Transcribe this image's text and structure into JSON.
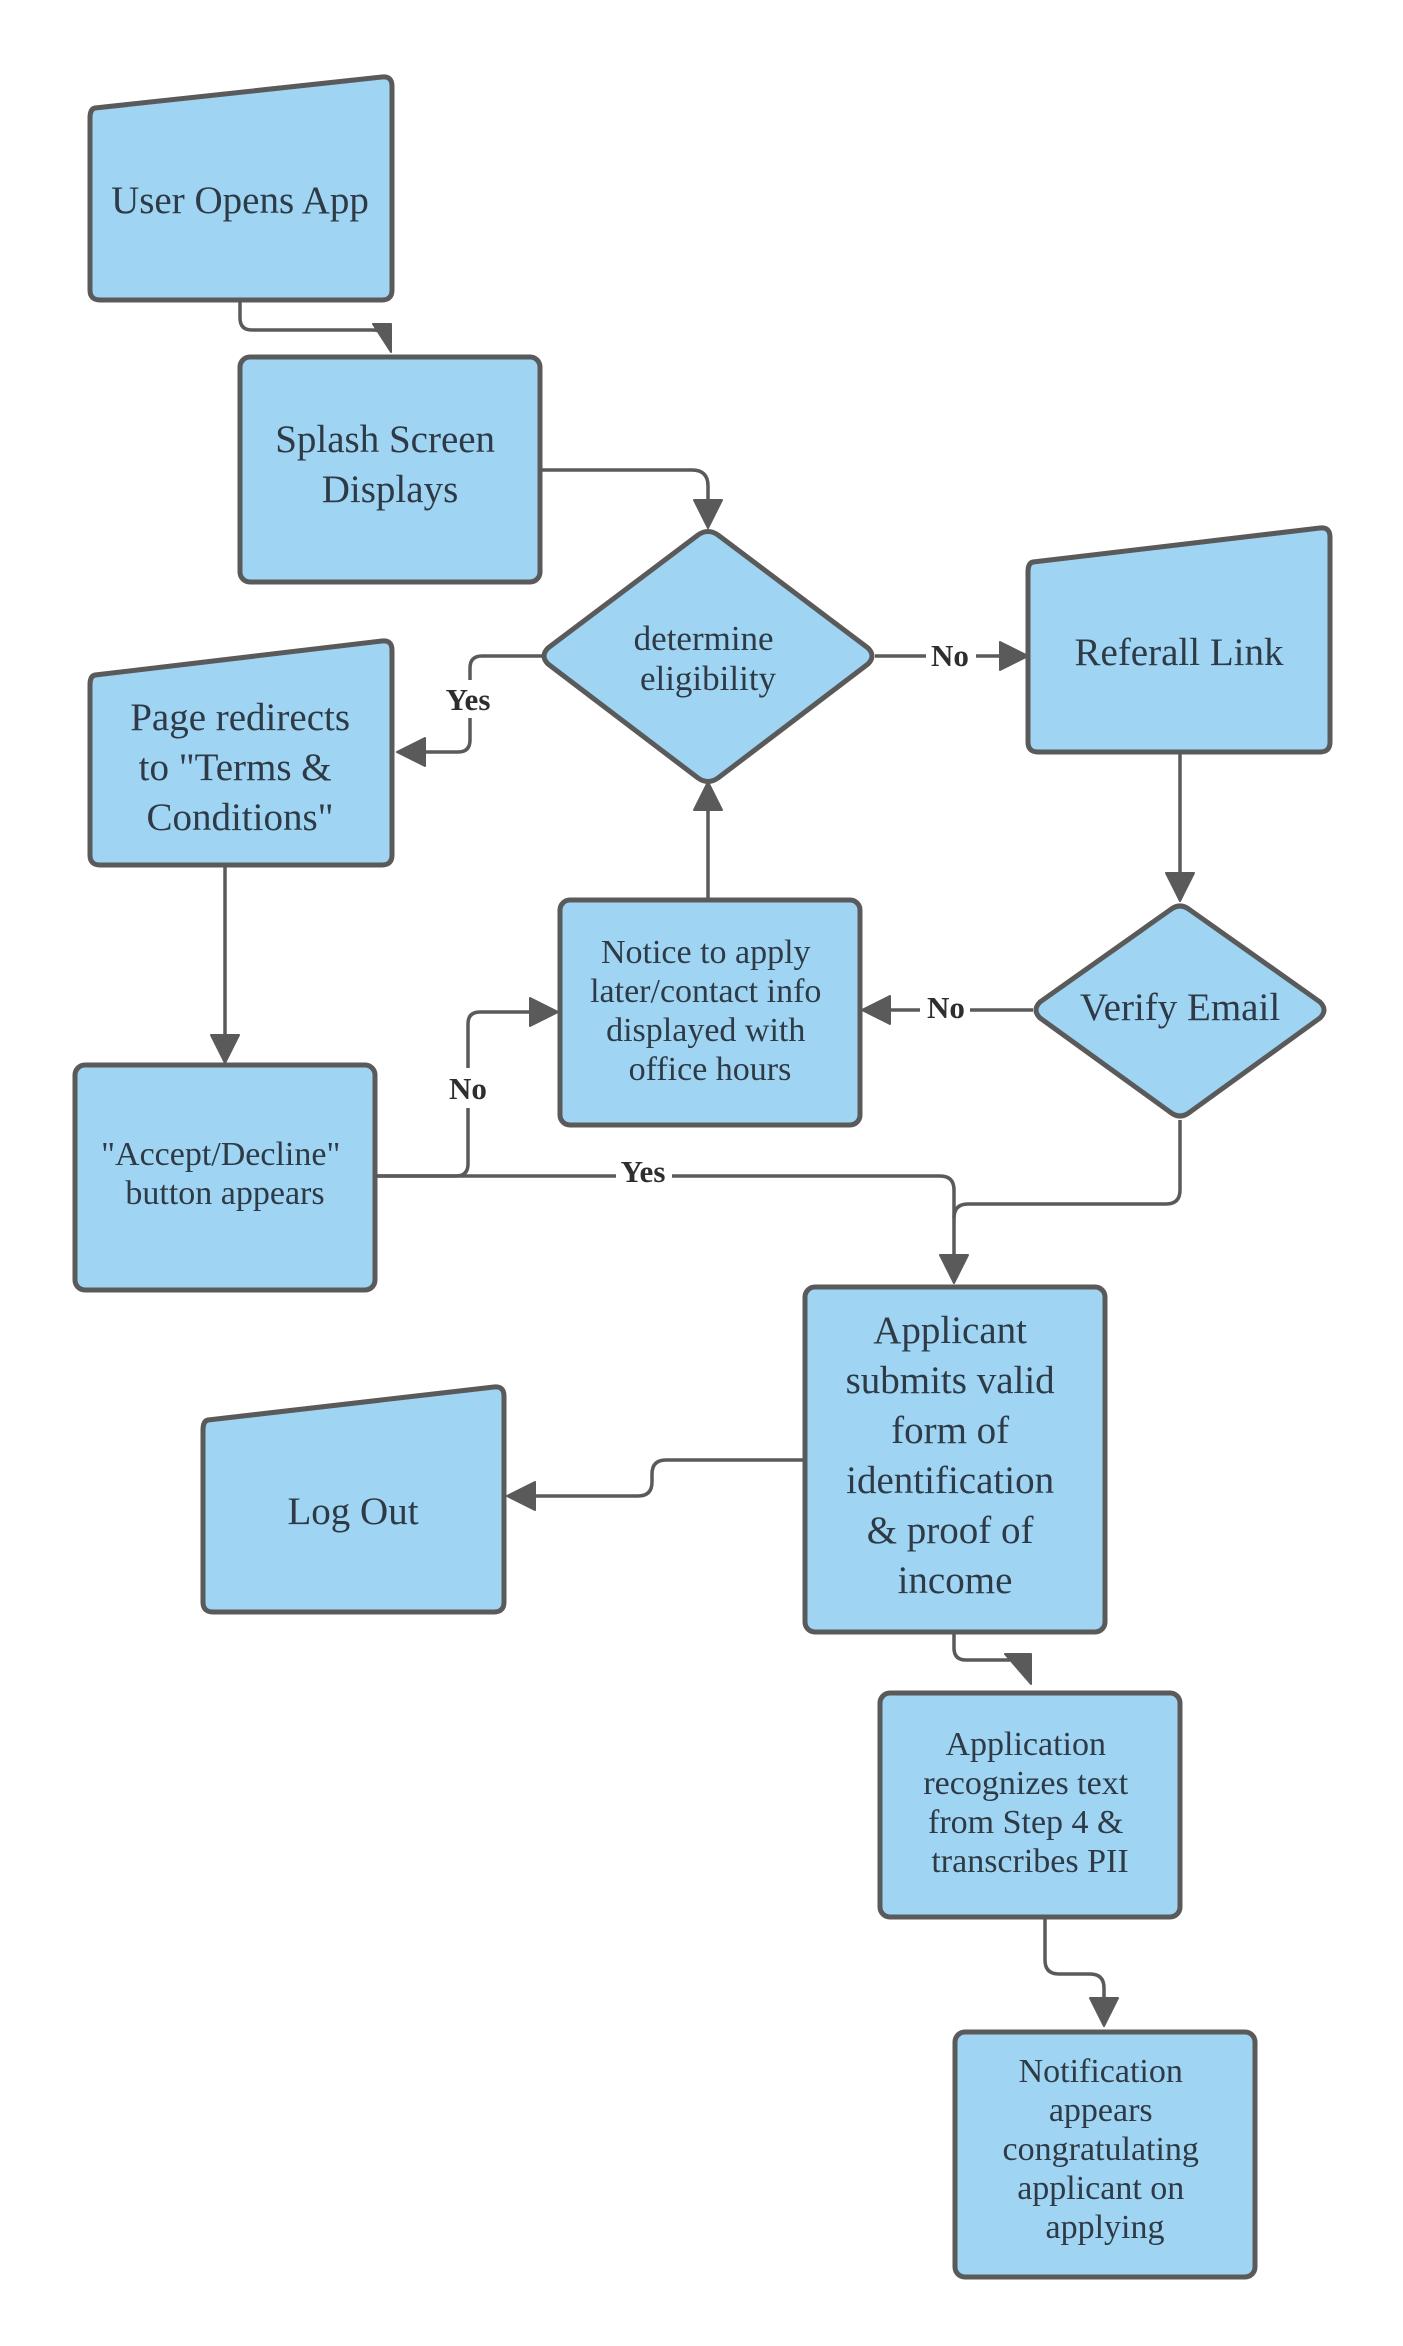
{
  "nodes": [
    {
      "id": "user-opens-app",
      "lines": [
        "User Opens App"
      ]
    },
    {
      "id": "splash-screen",
      "lines": [
        "Splash Screen",
        "Displays"
      ]
    },
    {
      "id": "determine-eligibility",
      "lines": [
        "determine",
        "eligibility"
      ]
    },
    {
      "id": "referral-link",
      "lines": [
        "Referall Link"
      ]
    },
    {
      "id": "terms-redirect",
      "lines": [
        "Page redirects",
        "to \"Terms &",
        "Conditions\""
      ]
    },
    {
      "id": "notice-apply-later",
      "lines": [
        "Notice to apply",
        "later/contact info",
        "displayed with",
        "office hours"
      ]
    },
    {
      "id": "verify-email",
      "lines": [
        "Verify Email"
      ]
    },
    {
      "id": "accept-decline",
      "lines": [
        "\"Accept/Decline\"",
        "button appears"
      ]
    },
    {
      "id": "submit-identification",
      "lines": [
        "Applicant",
        "submits valid",
        "form of",
        "identification",
        "& proof of",
        "income"
      ]
    },
    {
      "id": "log-out",
      "lines": [
        "Log Out"
      ]
    },
    {
      "id": "recognize-text",
      "lines": [
        "Application",
        "recognizes text",
        "from Step 4 &",
        "transcribes PII"
      ]
    },
    {
      "id": "notification",
      "lines": [
        "Notification",
        "appears",
        "congratulating",
        "applicant on",
        "applying"
      ]
    }
  ],
  "edge_labels": {
    "eligibility_yes": "Yes",
    "eligibility_no": "No",
    "verify_no": "No",
    "accept_no": "No",
    "accept_yes": "Yes"
  },
  "colors": {
    "node_fill": "#9fd4f3",
    "node_stroke": "#5a5a5a",
    "edge": "#5a5a5a"
  }
}
